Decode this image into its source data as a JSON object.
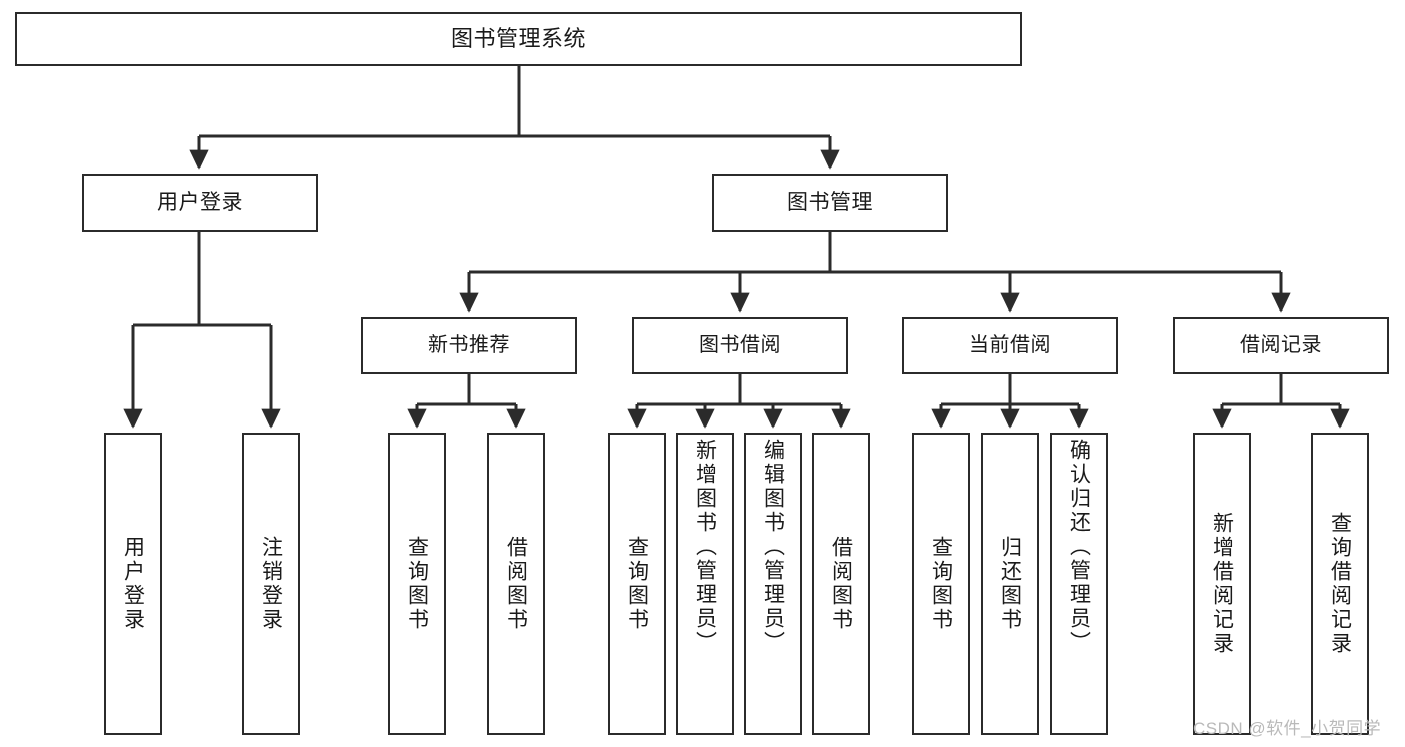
{
  "diagram": {
    "title": "图书管理系统",
    "type": "hierarchy-tree",
    "colors": {
      "box_border": "#2b2b2b",
      "box_fill": "#ffffff",
      "edge": "#2b2b2b",
      "background": "#ffffff",
      "watermark": "#b9b9b9"
    },
    "levels": {
      "root": {
        "label": "图书管理系统"
      },
      "level2": [
        {
          "id": "user-login",
          "label": "用户登录"
        },
        {
          "id": "book-management",
          "label": "图书管理"
        }
      ],
      "level3": [
        {
          "id": "new-book-recommend",
          "label": "新书推荐"
        },
        {
          "id": "book-borrow",
          "label": "图书借阅"
        },
        {
          "id": "current-borrow",
          "label": "当前借阅"
        },
        {
          "id": "borrow-record",
          "label": "借阅记录"
        }
      ],
      "leaves": {
        "user-login": [
          {
            "id": "leaf-user-login",
            "label": "用户登录"
          },
          {
            "id": "leaf-logout-login",
            "label": "注销登录"
          }
        ],
        "new-book-recommend": [
          {
            "id": "leaf-query-book-1",
            "label": "查询图书"
          },
          {
            "id": "leaf-borrow-book-1",
            "label": "借阅图书"
          }
        ],
        "book-borrow": [
          {
            "id": "leaf-query-book-2",
            "label": "查询图书"
          },
          {
            "id": "leaf-add-book-admin",
            "label": "新增图书（管理员）"
          },
          {
            "id": "leaf-edit-book-admin",
            "label": "编辑图书（管理员）"
          },
          {
            "id": "leaf-borrow-book-2",
            "label": "借阅图书"
          }
        ],
        "current-borrow": [
          {
            "id": "leaf-query-book-3",
            "label": "查询图书"
          },
          {
            "id": "leaf-return-book",
            "label": "归还图书"
          },
          {
            "id": "leaf-confirm-return-admin",
            "label": "确认归还（管理员）"
          }
        ],
        "borrow-record": [
          {
            "id": "leaf-add-borrow-record",
            "label": "新增借阅记录"
          },
          {
            "id": "leaf-query-borrow-record",
            "label": "查询借阅记录"
          }
        ]
      }
    },
    "watermark": "CSDN @软件_小贺同学"
  }
}
